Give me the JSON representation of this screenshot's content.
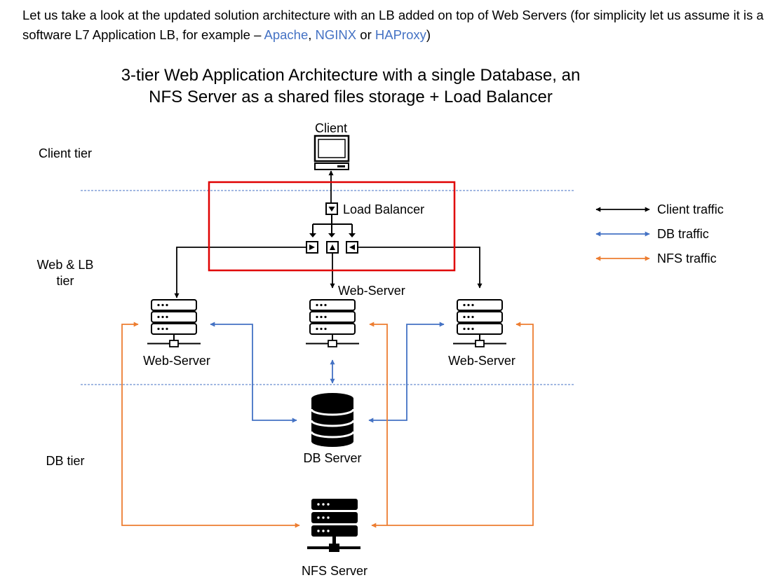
{
  "intro": {
    "text_before": "Let us take a look at the updated solution architecture with an LB added on top of Web Servers (for simplicity let us assume it is a software L7 Application LB, for example – ",
    "link_apache": "Apache",
    "sep1": ", ",
    "link_nginx": "NGINX",
    "sep2": " or ",
    "link_haproxy": "HAProxy",
    "text_after": ")"
  },
  "diagram": {
    "title_line1": "3-tier Web Application Architecture with a single Database, an",
    "title_line2": "NFS Server as a shared files storage + Load Balancer",
    "tiers": {
      "client": "Client tier",
      "web_line1": "Web & LB",
      "web_line2": "tier",
      "db": "DB tier"
    },
    "nodes": {
      "client": "Client",
      "load_balancer": "Load Balancer",
      "web_server_center": "Web-Server",
      "web_server_left": "Web-Server",
      "web_server_right": "Web-Server",
      "db_server": "DB Server",
      "nfs_server": "NFS Server"
    },
    "legend": [
      {
        "label": "Client traffic",
        "color": "#000000"
      },
      {
        "label": "DB traffic",
        "color": "#4472c4"
      },
      {
        "label": "NFS traffic",
        "color": "#ed7d31"
      }
    ],
    "colors": {
      "client_traffic": "#000000",
      "db_traffic": "#4472c4",
      "nfs_traffic": "#ed7d31",
      "tier_divider": "#4472c4",
      "highlight": "#e00000"
    }
  }
}
